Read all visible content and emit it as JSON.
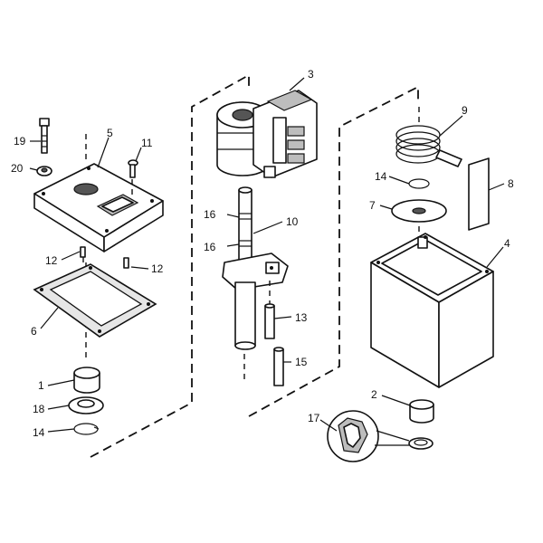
{
  "callouts": {
    "c1": "1",
    "c2": "2",
    "c3": "3",
    "c4": "4",
    "c5": "5",
    "c6": "6",
    "c7": "7",
    "c8": "8",
    "c9": "9",
    "c10": "10",
    "c11": "11",
    "c12a": "12",
    "c12b": "12",
    "c13": "13",
    "c14a": "14",
    "c14b": "14",
    "c15": "15",
    "c16a": "16",
    "c16b": "16",
    "c17": "17",
    "c18": "18",
    "c19": "19",
    "c20": "20"
  }
}
